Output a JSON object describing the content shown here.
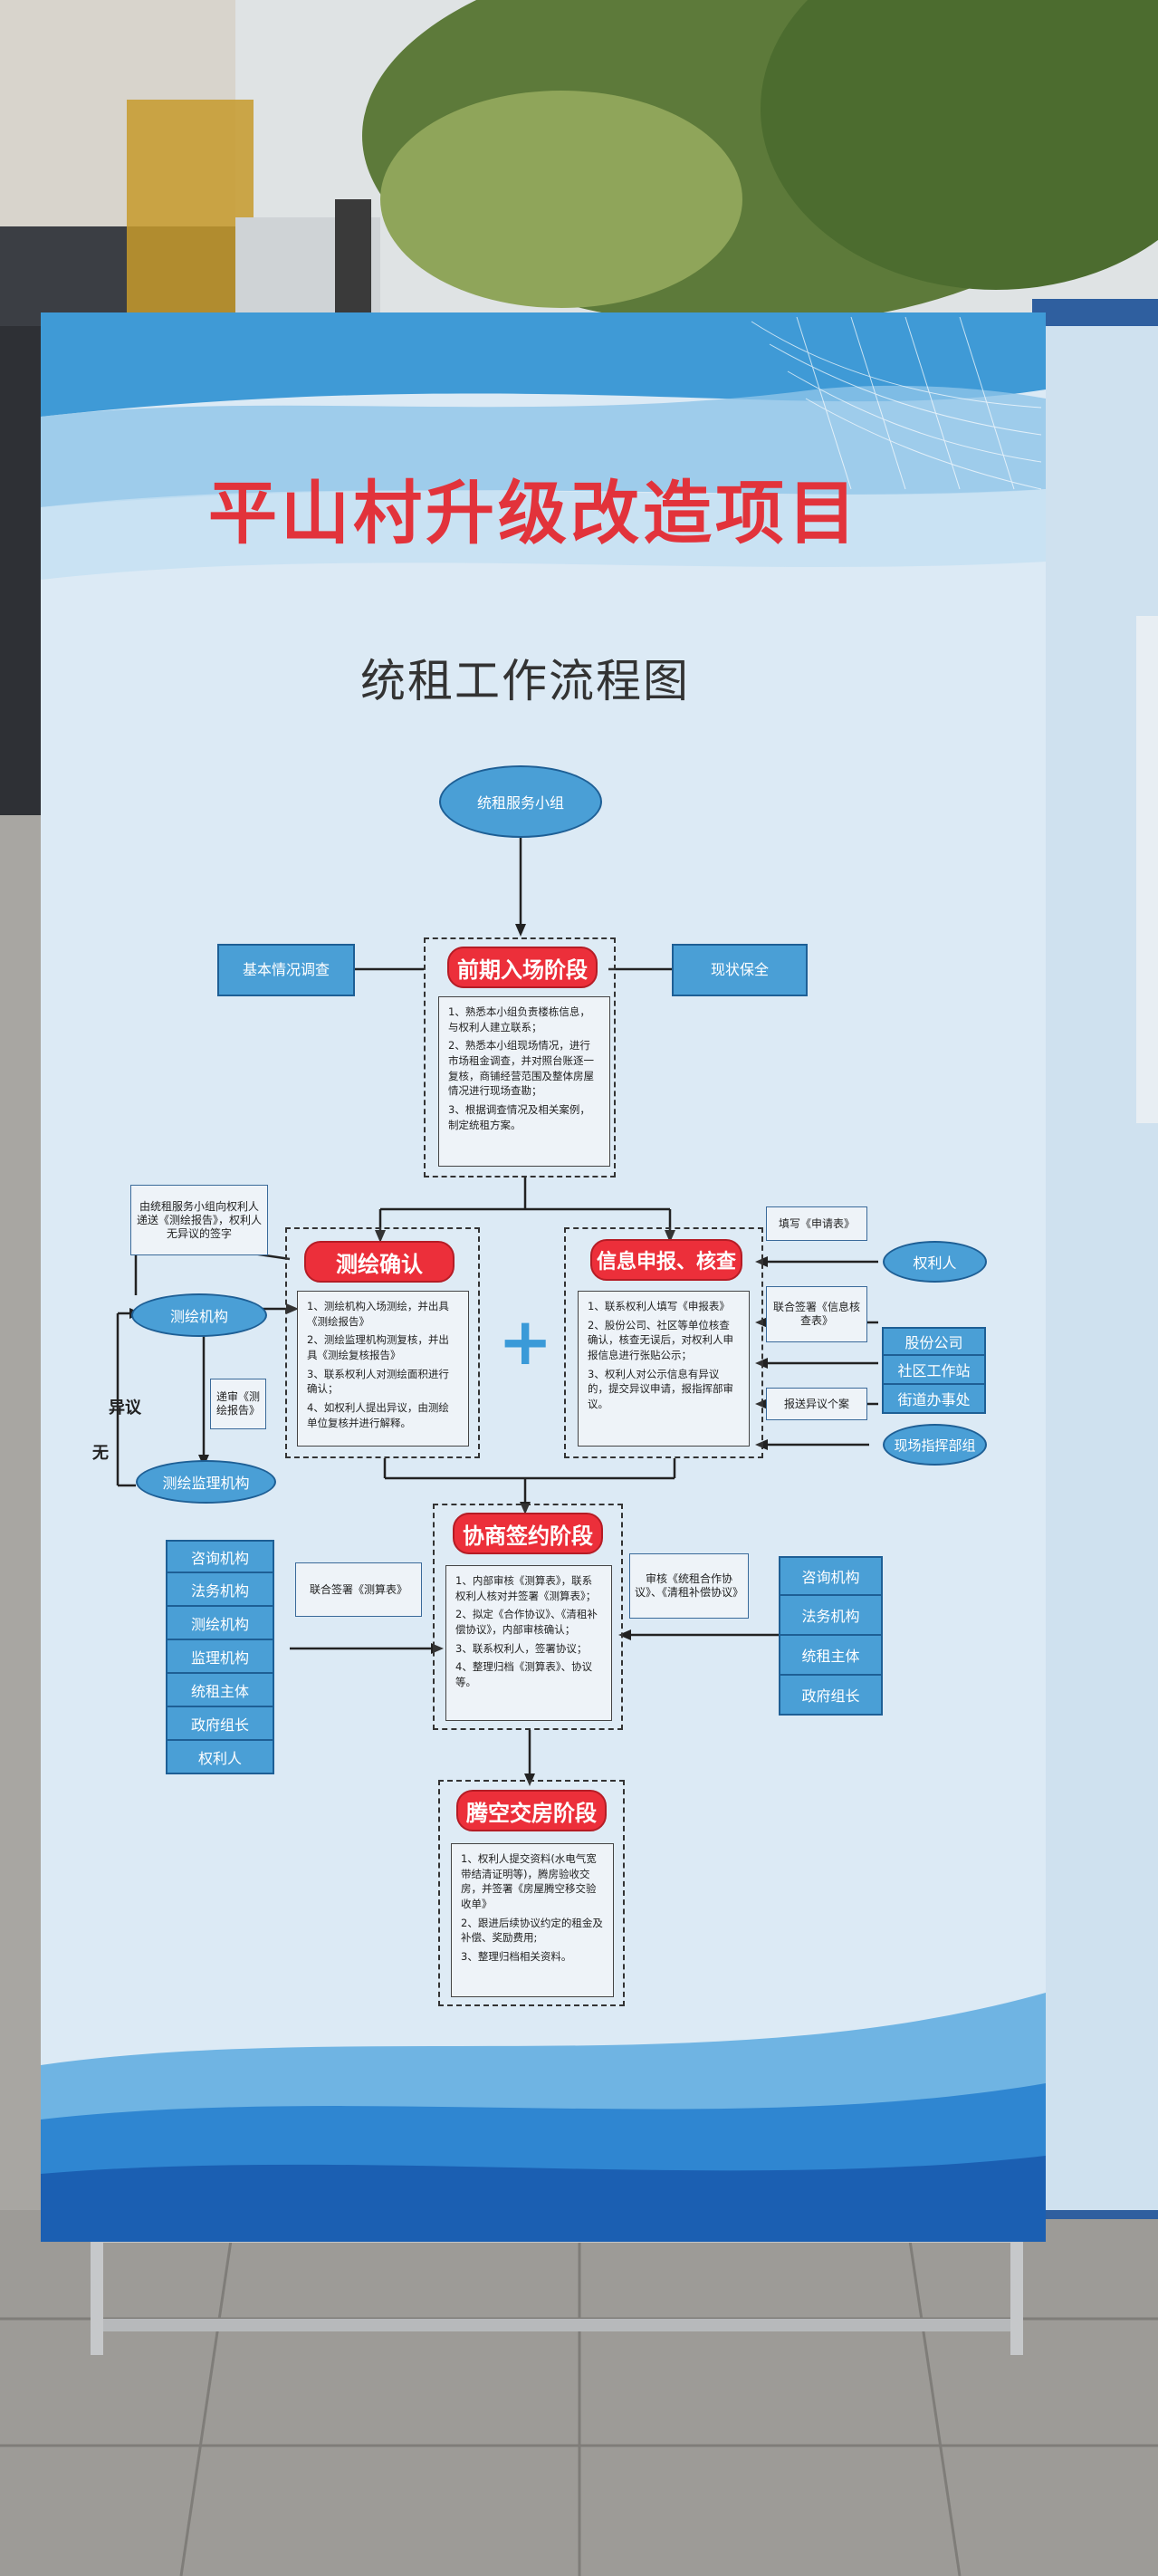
{
  "poster": {
    "title": "平山村升级改造项目",
    "subtitle": "统租工作流程图"
  },
  "flow": {
    "top_node": "统租服务小组",
    "left_side_box": "基本情况调查",
    "right_side_box": "现状保全",
    "stage1": {
      "title": "前期入场阶段",
      "lines": [
        "1、熟悉本小组负责楼栋信息，与权利人建立联系；",
        "2、熟悉本小组现场情况，进行市场租金调查，并对照台账逐一复核，商铺经营范围及整体房屋情况进行现场查勘；",
        "3、根据调查情况及相关案例，制定统租方案。"
      ]
    },
    "note_left": "由统租服务小组向权利人递送《测绘报告》，权利人无异议的签字",
    "stage2": {
      "title": "测绘确认",
      "lines": [
        "1、测绘机构入场测绘，并出具《测绘报告》",
        "2、测绘监理机构测复核，并出具《测绘复核报告》",
        "3、联系权利人对测绘面积进行确认；",
        "4、如权利人提出异议，由测绘单位复核并进行解释。"
      ]
    },
    "survey_org": "测绘机构",
    "survey_supervisor": "测绘监理机构",
    "send_report": "递审《测绘报告》",
    "objection": "异议",
    "none": "无",
    "stage3": {
      "title": "信息申报、核查",
      "lines": [
        "1、联系权利人填写《申报表》",
        "2、股份公司、社区等单位核查确认，核查无误后，对权利人申报信息进行张贴公示；",
        "3、权利人对公示信息有异议的，提交异议申请，报指挥部审议。"
      ]
    },
    "fill_form": "填写《申请表》",
    "joint_sign": "联合签署《信息核查表》",
    "submit_objection": "报送异议个案",
    "rights_holder": "权利人",
    "right_stack": [
      "股份公司",
      "社区工作站",
      "街道办事处"
    ],
    "command_group": "现场指挥部组",
    "stage4": {
      "title": "协商签约阶段",
      "lines": [
        "1、内部审核《测算表》，联系权利人核对并签署《测算表》；",
        "2、拟定《合作协议》、《清租补偿协议》，内部审核确认；",
        "3、联系权利人，签署协议；",
        "4、整理归档《测算表》、协议等。"
      ]
    },
    "joint_calc": "联合签署《测算表》",
    "review_agreements": "审核《统租合作协议》、《清租补偿协议》",
    "left_list": [
      "咨询机构",
      "法务机构",
      "测绘机构",
      "监理机构",
      "统租主体",
      "政府组长",
      "权利人"
    ],
    "right_list": [
      "咨询机构",
      "法务机构",
      "统租主体",
      "政府组长"
    ],
    "stage5": {
      "title": "腾空交房阶段",
      "lines": [
        "1、权利人提交资料(水电气宽带结清证明等)，腾房验收交房，并签署《房屋腾空移交验收单》",
        "2、跟进后续协议约定的租金及补偿、奖励费用;",
        "3、整理归档相关资料。"
      ]
    }
  },
  "colors": {
    "title_red": "#e2333b",
    "box_blue": "#4a9fd6",
    "poster_bg": "#dceaf5"
  }
}
